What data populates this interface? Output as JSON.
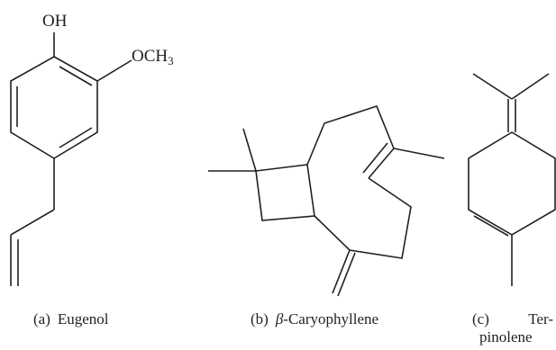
{
  "structures": {
    "eugenol": {
      "label_oh": "OH",
      "label_och": "OCH",
      "label_och_sub": "3"
    }
  },
  "captions": {
    "a": {
      "letter": "(a)",
      "name": "Eugenol"
    },
    "b": {
      "letter": "(b)",
      "italic_prefix": "β",
      "name": "-Caryophyllene"
    },
    "c": {
      "letter": "(c)",
      "name_line1": "Ter-",
      "name_line2": "pinolene"
    }
  },
  "colors": {
    "stroke": "#231f20",
    "background": "#ffffff"
  }
}
